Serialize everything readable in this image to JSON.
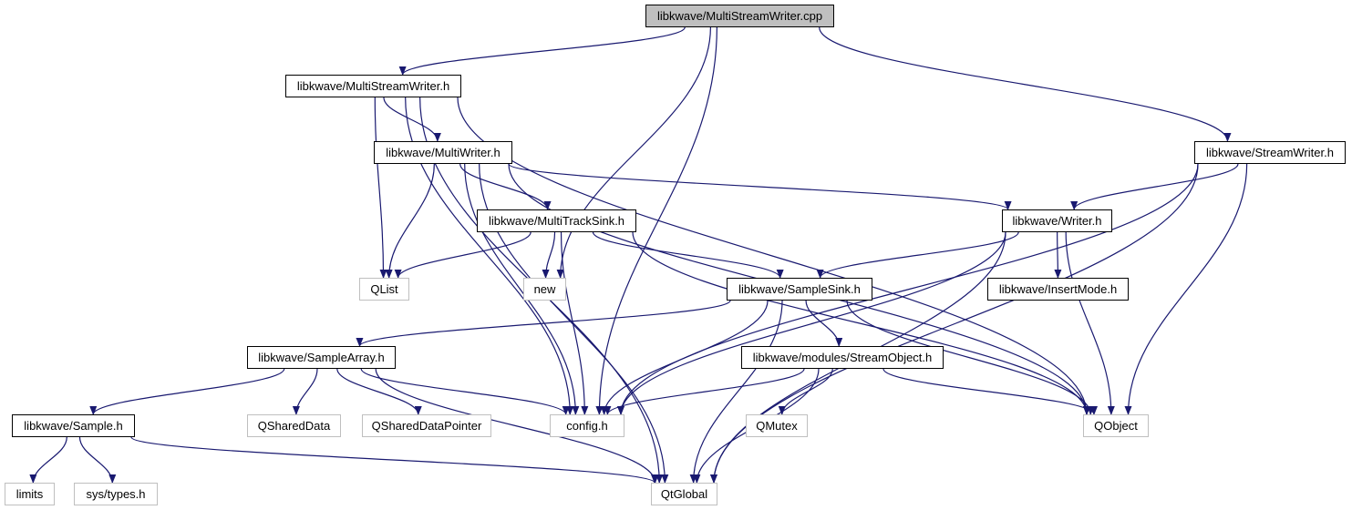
{
  "colors": {
    "edge": "#191970",
    "node_border": "#000000",
    "external_border": "#bfbfbf",
    "root_fill": "#bfbfbf"
  },
  "nodes": [
    {
      "id": "root",
      "label": "libkwave/MultiStreamWriter.cpp",
      "kind": "root"
    },
    {
      "id": "msw_h",
      "label": "libkwave/MultiStreamWriter.h",
      "kind": "file"
    },
    {
      "id": "mw_h",
      "label": "libkwave/MultiWriter.h",
      "kind": "file"
    },
    {
      "id": "sw_h",
      "label": "libkwave/StreamWriter.h",
      "kind": "file"
    },
    {
      "id": "mts_h",
      "label": "libkwave/MultiTrackSink.h",
      "kind": "file"
    },
    {
      "id": "w_h",
      "label": "libkwave/Writer.h",
      "kind": "file"
    },
    {
      "id": "qlist",
      "label": "QList",
      "kind": "external"
    },
    {
      "id": "new",
      "label": "new",
      "kind": "external"
    },
    {
      "id": "ss_h",
      "label": "libkwave/SampleSink.h",
      "kind": "file"
    },
    {
      "id": "im_h",
      "label": "libkwave/InsertMode.h",
      "kind": "file"
    },
    {
      "id": "sa_h",
      "label": "libkwave/SampleArray.h",
      "kind": "file"
    },
    {
      "id": "so_h",
      "label": "libkwave/modules/StreamObject.h",
      "kind": "file"
    },
    {
      "id": "s_h",
      "label": "libkwave/Sample.h",
      "kind": "file"
    },
    {
      "id": "qshared",
      "label": "QSharedData",
      "kind": "external"
    },
    {
      "id": "qsharedptr",
      "label": "QSharedDataPointer",
      "kind": "external"
    },
    {
      "id": "config",
      "label": "config.h",
      "kind": "external"
    },
    {
      "id": "qmutex",
      "label": "QMutex",
      "kind": "external"
    },
    {
      "id": "qobject",
      "label": "QObject",
      "kind": "external"
    },
    {
      "id": "limits",
      "label": "limits",
      "kind": "external"
    },
    {
      "id": "systypes",
      "label": "sys/types.h",
      "kind": "external"
    },
    {
      "id": "qtglobal",
      "label": "QtGlobal",
      "kind": "external"
    }
  ],
  "edges": [
    [
      "root",
      "msw_h"
    ],
    [
      "root",
      "sw_h"
    ],
    [
      "root",
      "config"
    ],
    [
      "root",
      "new"
    ],
    [
      "msw_h",
      "mw_h"
    ],
    [
      "msw_h",
      "qlist"
    ],
    [
      "msw_h",
      "config"
    ],
    [
      "msw_h",
      "qobject"
    ],
    [
      "msw_h",
      "qtglobal"
    ],
    [
      "mw_h",
      "mts_h"
    ],
    [
      "mw_h",
      "w_h"
    ],
    [
      "mw_h",
      "qlist"
    ],
    [
      "mw_h",
      "config"
    ],
    [
      "mw_h",
      "qobject"
    ],
    [
      "mw_h",
      "qtglobal"
    ],
    [
      "sw_h",
      "w_h"
    ],
    [
      "sw_h",
      "config"
    ],
    [
      "sw_h",
      "qobject"
    ],
    [
      "sw_h",
      "qtglobal"
    ],
    [
      "mts_h",
      "qlist"
    ],
    [
      "mts_h",
      "new"
    ],
    [
      "mts_h",
      "ss_h"
    ],
    [
      "mts_h",
      "config"
    ],
    [
      "mts_h",
      "qobject"
    ],
    [
      "w_h",
      "ss_h"
    ],
    [
      "w_h",
      "im_h"
    ],
    [
      "w_h",
      "config"
    ],
    [
      "w_h",
      "qobject"
    ],
    [
      "w_h",
      "qtglobal"
    ],
    [
      "ss_h",
      "sa_h"
    ],
    [
      "ss_h",
      "so_h"
    ],
    [
      "ss_h",
      "config"
    ],
    [
      "ss_h",
      "qobject"
    ],
    [
      "ss_h",
      "qtglobal"
    ],
    [
      "sa_h",
      "s_h"
    ],
    [
      "sa_h",
      "qshared"
    ],
    [
      "sa_h",
      "qsharedptr"
    ],
    [
      "sa_h",
      "config"
    ],
    [
      "sa_h",
      "qtglobal"
    ],
    [
      "so_h",
      "config"
    ],
    [
      "so_h",
      "qmutex"
    ],
    [
      "so_h",
      "qobject"
    ],
    [
      "so_h",
      "qtglobal"
    ],
    [
      "s_h",
      "limits"
    ],
    [
      "s_h",
      "systypes"
    ],
    [
      "s_h",
      "qtglobal"
    ]
  ]
}
